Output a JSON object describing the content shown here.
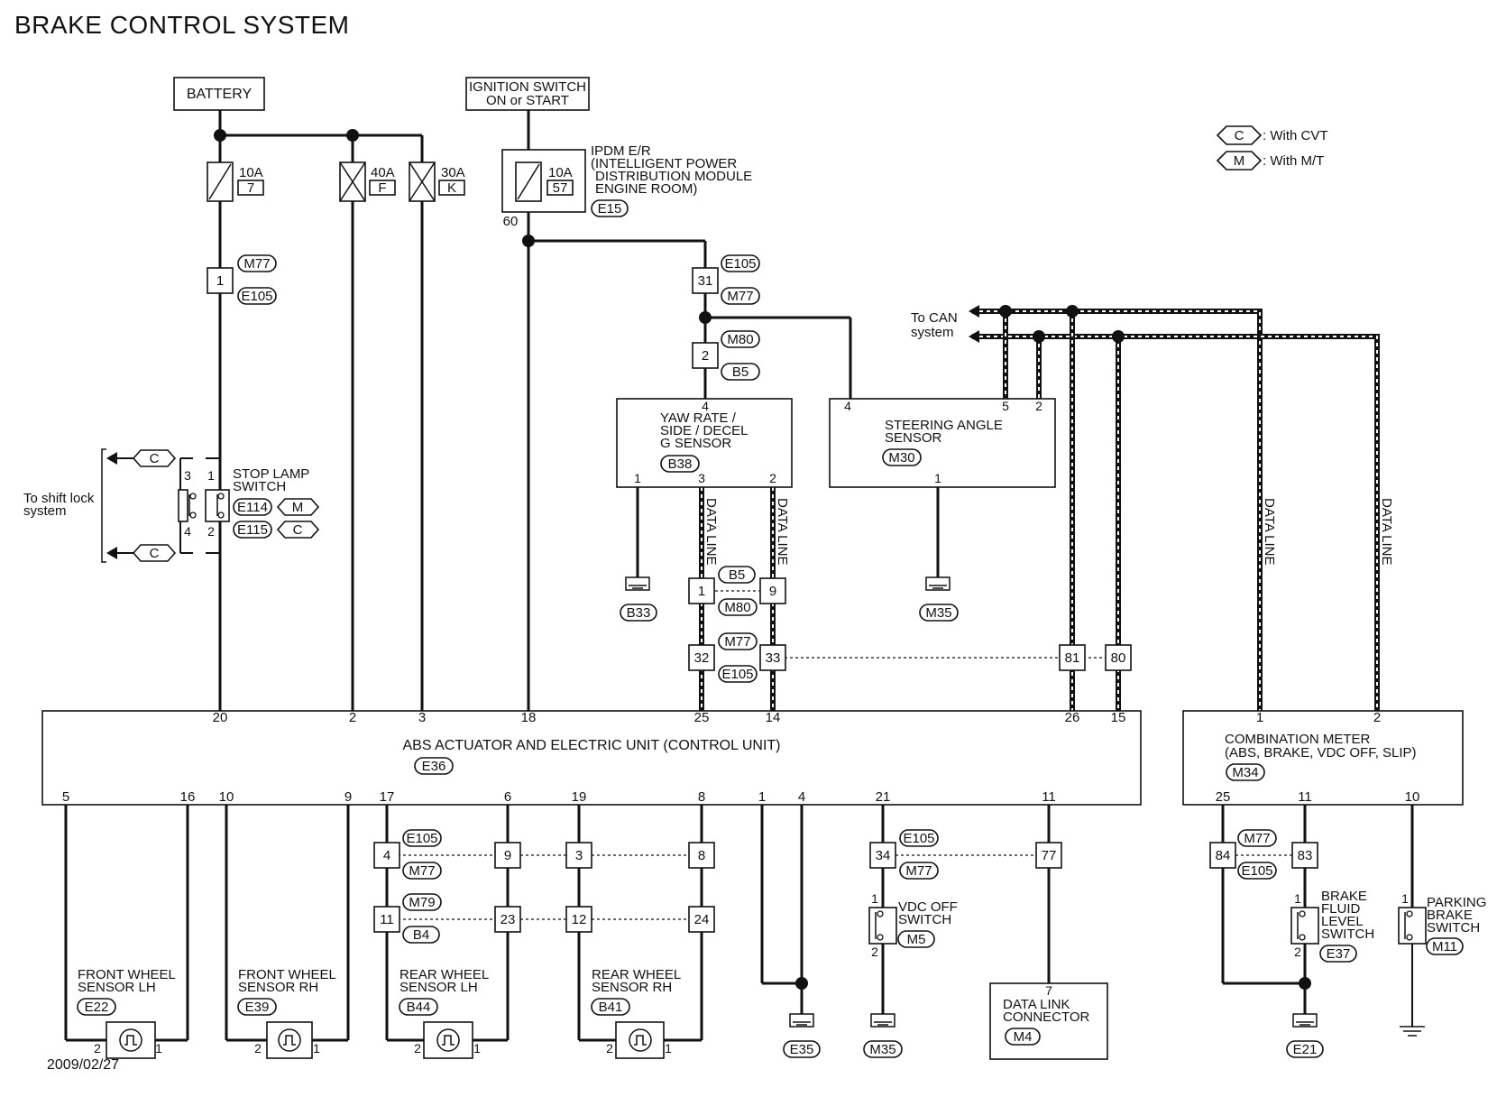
{
  "page": {
    "title": "BRAKE CONTROL SYSTEM",
    "date": "2009/02/27"
  },
  "legend": {
    "cvt_code": "C",
    "cvt_label": ": With CVT",
    "mt_code": "M",
    "mt_label": ": With M/T"
  },
  "power": {
    "battery": "BATTERY",
    "ign_line1": "IGNITION SWITCH",
    "ign_line2": "ON or START",
    "fuse1_amp": "10A",
    "fuse1_no": "7",
    "fuse2_amp": "40A",
    "fuse2_no": "F",
    "fuse3_amp": "30A",
    "fuse3_no": "K",
    "ipdm_fuse_amp": "10A",
    "ipdm_fuse_no": "57",
    "ipdm_l1": "IPDM E/R",
    "ipdm_l2": "(INTELLIGENT POWER",
    "ipdm_l3": "DISTRIBUTION MODULE",
    "ipdm_l4": "ENGINE ROOM)",
    "ipdm_conn": "E15",
    "ipdm_pin": "60"
  },
  "connectors": {
    "m77": "M77",
    "e105": "E105",
    "m80": "M80",
    "b5": "B5",
    "m79": "M79",
    "b4": "B4",
    "p1": "1",
    "p31": "31",
    "p2": "2",
    "p9": "9",
    "p32": "32",
    "p33": "33",
    "p81": "81",
    "p80": "80",
    "p4": "4",
    "p3": "3",
    "p8": "8",
    "p11": "11",
    "p23": "23",
    "p12": "12",
    "p24": "24",
    "p34": "34",
    "p77": "77",
    "p84": "84",
    "p83": "83"
  },
  "can": {
    "label1": "To CAN",
    "label2": "system",
    "data_line": "DATA LINE"
  },
  "yaw": {
    "l1": "YAW RATE /",
    "l2": "SIDE / DECEL",
    "l3": "G SENSOR",
    "conn": "B38",
    "pin_top": "4",
    "pin1": "1",
    "pin3": "3",
    "pin2": "2",
    "ground": "B33"
  },
  "steering": {
    "l1": "STEERING ANGLE",
    "l2": "SENSOR",
    "conn": "M30",
    "pin4": "4",
    "pin5": "5",
    "pin2": "2",
    "pin1": "1",
    "ground": "M35"
  },
  "stoplamp": {
    "l1": "STOP LAMP",
    "l2": "SWITCH",
    "conn1": "E114",
    "conn1_tag": "M",
    "conn2": "E115",
    "conn2_tag": "C",
    "shift1": "To shift lock",
    "shift2": "system",
    "tag_c": "C",
    "pin3": "3",
    "pin1": "1",
    "pin4": "4",
    "pin2": "2"
  },
  "abs": {
    "l1": "ABS ACTUATOR AND ELECTRIC UNIT (CONTROL UNIT)",
    "conn": "E36",
    "top_pins": [
      "20",
      "2",
      "3",
      "18",
      "25",
      "14",
      "26",
      "15"
    ],
    "bot_pins": [
      "5",
      "16",
      "10",
      "9",
      "17",
      "6",
      "19",
      "8",
      "1",
      "4",
      "21",
      "11"
    ]
  },
  "meter": {
    "l1": "COMBINATION METER",
    "l2": "(ABS, BRAKE, VDC OFF, SLIP)",
    "conn": "M34",
    "top_pins": [
      "1",
      "2"
    ],
    "bot_pins": [
      "25",
      "11",
      "10"
    ]
  },
  "wheels": [
    {
      "l1": "FRONT WHEEL",
      "l2": "SENSOR LH",
      "conn": "E22",
      "pa": "2",
      "pb": "1"
    },
    {
      "l1": "FRONT WHEEL",
      "l2": "SENSOR RH",
      "conn": "E39",
      "pa": "2",
      "pb": "1"
    },
    {
      "l1": "REAR WHEEL",
      "l2": "SENSOR LH",
      "conn": "B44",
      "pa": "2",
      "pb": "1"
    },
    {
      "l1": "REAR WHEEL",
      "l2": "SENSOR RH",
      "conn": "B41",
      "pa": "2",
      "pb": "1"
    }
  ],
  "grounds": {
    "e35": "E35",
    "m35": "M35",
    "e21": "E21"
  },
  "vdc": {
    "l1": "VDC OFF",
    "l2": "SWITCH",
    "conn": "M5",
    "pin1": "1",
    "pin2": "2"
  },
  "dlc": {
    "pin": "7",
    "l1": "DATA LINK",
    "l2": "CONNECTOR",
    "conn": "M4"
  },
  "brakefluid": {
    "l1": "BRAKE",
    "l2": "FLUID",
    "l3": "LEVEL",
    "l4": "SWITCH",
    "conn": "E37",
    "pin1": "1",
    "pin2": "2"
  },
  "parking": {
    "l1": "PARKING",
    "l2": "BRAKE",
    "l3": "SWITCH",
    "conn": "M11",
    "pin1": "1"
  }
}
